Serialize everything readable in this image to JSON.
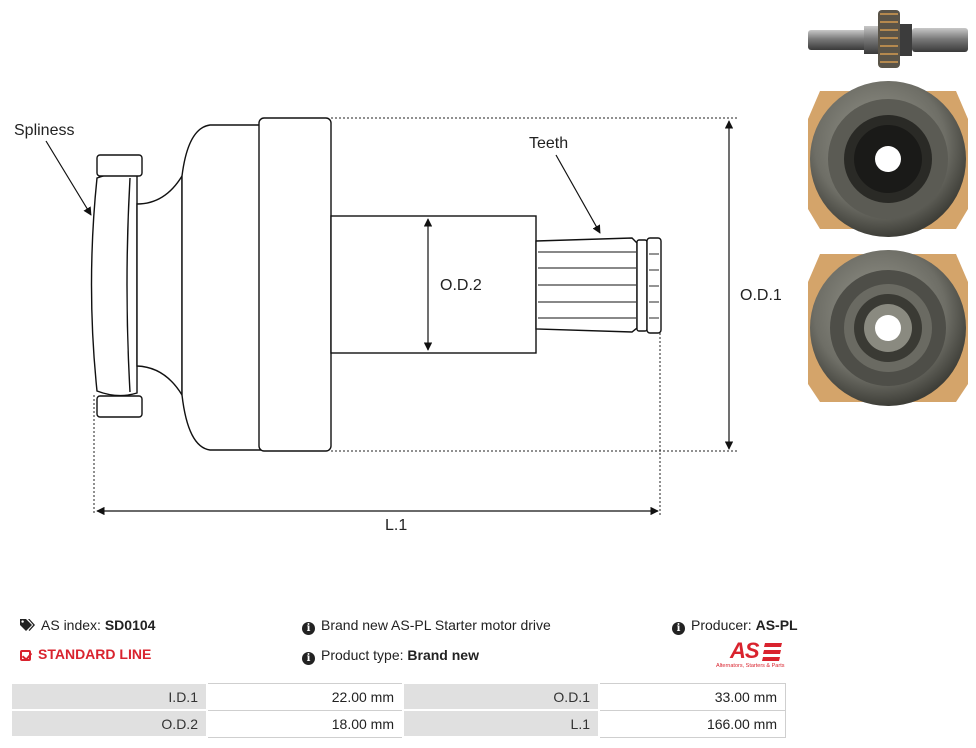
{
  "diagram": {
    "labels": {
      "spliness": "Spliness",
      "teeth": "Teeth",
      "od2": "O.D.2",
      "od1": "O.D.1",
      "l1": "L.1"
    }
  },
  "photos": [
    "side-view",
    "front-face-view",
    "rear-face-view"
  ],
  "info": {
    "as_index_label": "AS index:",
    "as_index_value": "SD0104",
    "standard_line": "STANDARD LINE",
    "description": "Brand new AS-PL Starter motor drive",
    "product_type_label": "Product type:",
    "product_type_value": "Brand new",
    "producer_label": "Producer:",
    "producer_value": "AS-PL",
    "logo_mark": "AS",
    "logo_tagline": "Alternators, Starters & Parts"
  },
  "specs": [
    {
      "label1": "I.D.1",
      "value1": "22.00 mm",
      "label2": "O.D.1",
      "value2": "33.00 mm"
    },
    {
      "label1": "O.D.2",
      "value1": "18.00 mm",
      "label2": "L.1",
      "value2": "166.00 mm"
    }
  ],
  "colors": {
    "accent": "#d9232e",
    "label_bg": "#e0e0e0",
    "photo_metal": "#6e6e66",
    "photo_paper": "#d4a46a"
  }
}
